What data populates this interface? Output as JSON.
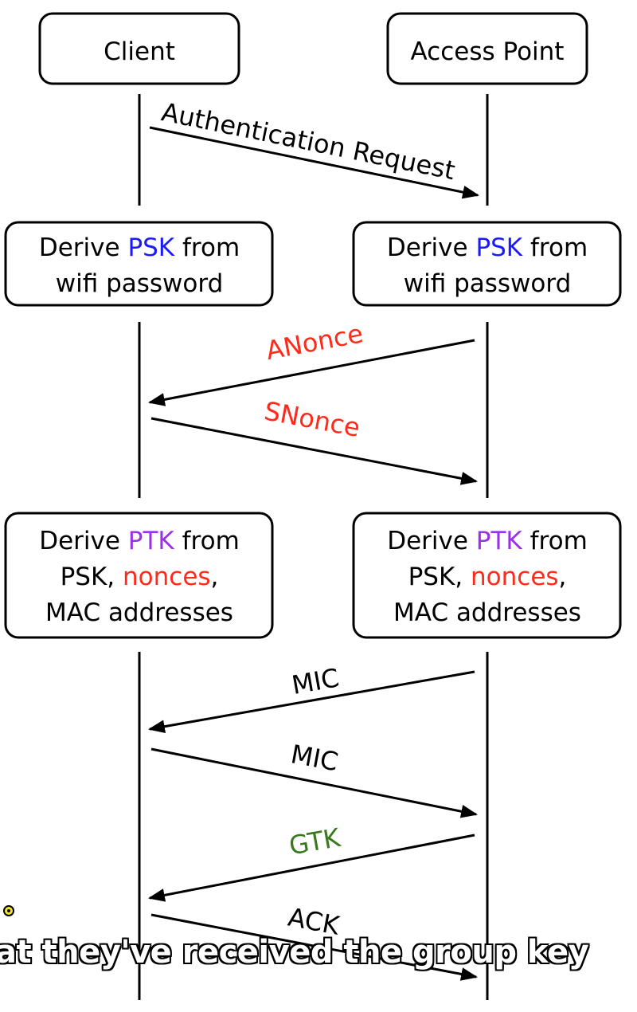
{
  "participants": {
    "client": "Client",
    "access_point": "Access Point"
  },
  "messages": {
    "auth_request": "Authentication Request",
    "anonce": "ANonce",
    "snonce": "SNonce",
    "mic_1": "MIC",
    "mic_2": "MIC",
    "gtk": "GTK",
    "ack": "ACK"
  },
  "boxes": {
    "psk_client": {
      "l1a": "Derive ",
      "l1b": "PSK",
      "l1c": " from",
      "l2": "wifi password"
    },
    "psk_ap": {
      "l1a": "Derive ",
      "l1b": "PSK",
      "l1c": " from",
      "l2": "wifi password"
    },
    "ptk_client": {
      "l1a": "Derive ",
      "l1b": "PTK",
      "l1c": " from",
      "l2a": "PSK, ",
      "l2b": "nonces",
      "l2c": ",",
      "l3": "MAC addresses"
    },
    "ptk_ap": {
      "l1a": "Derive ",
      "l1b": "PTK",
      "l1c": " from",
      "l2a": "PSK, ",
      "l2b": "nonces",
      "l2c": ",",
      "l3": "MAC addresses"
    }
  },
  "subtitle": "at they've received the group key",
  "colors": {
    "psk": "#1a1aff",
    "ptk": "#9b30e8",
    "nonce": "#ff2a1a",
    "gtk": "#3a7a1e",
    "line": "#000000"
  }
}
